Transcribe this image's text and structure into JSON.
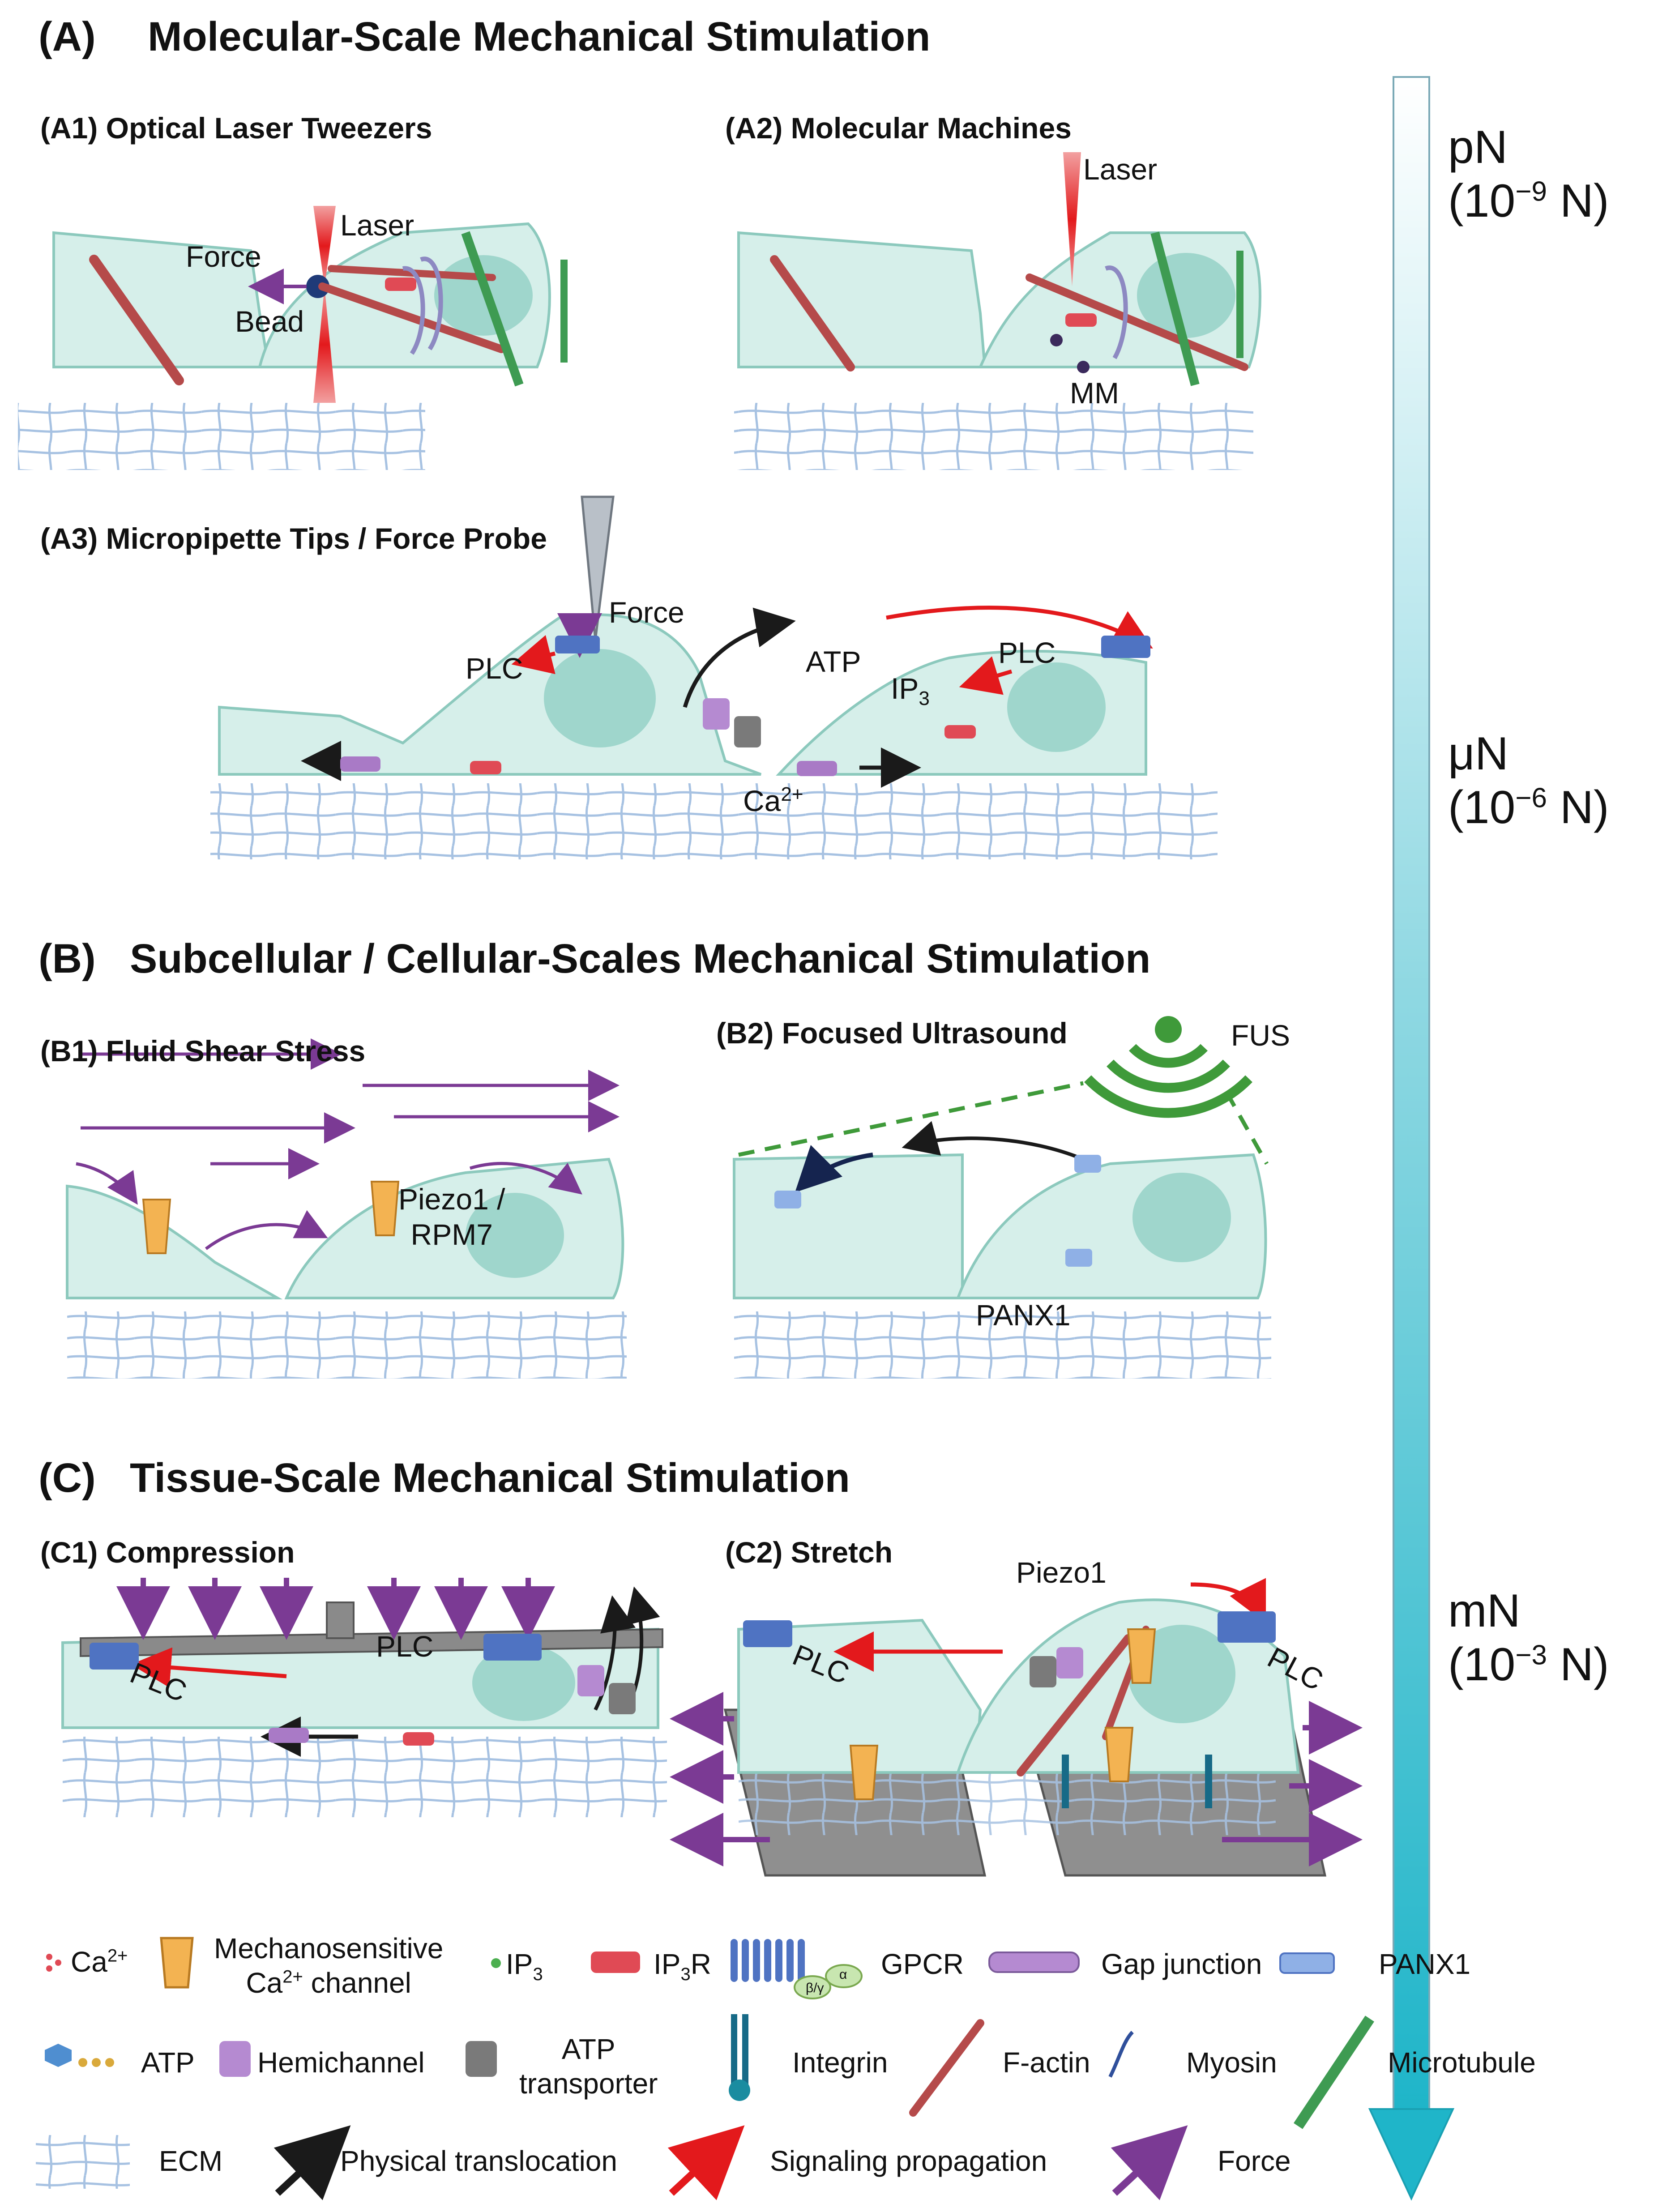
{
  "sections": {
    "a": {
      "letter": "(A)",
      "title": "Molecular-Scale Mechanical Stimulation"
    },
    "b": {
      "letter": "(B)",
      "title": "Subcellular / Cellular-Scales Mechanical Stimulation"
    },
    "c": {
      "letter": "(C)",
      "title": "Tissue-Scale Mechanical Stimulation"
    }
  },
  "panels": {
    "a1": {
      "title": "(A1) Optical Laser Tweezers",
      "labels": {
        "laser": "Laser",
        "force": "Force",
        "bead": "Bead"
      }
    },
    "a2": {
      "title": "(A2) Molecular Machines",
      "labels": {
        "laser": "Laser",
        "mm": "MM"
      }
    },
    "a3": {
      "title": "(A3) Micropipette Tips / Force Probe",
      "labels": {
        "force": "Force",
        "plc_left": "PLC",
        "plc_right": "PLC",
        "atp": "ATP",
        "ip3": "IP",
        "ip3_sub": "3",
        "ca": "Ca",
        "ca_sup": "2+"
      }
    },
    "b1": {
      "title": "(B1) Fluid Shear Stress",
      "labels": {
        "piezo_line1": "Piezo1 /",
        "piezo_line2": "RPM7"
      }
    },
    "b2": {
      "title": "(B2) Focused Ultrasound",
      "labels": {
        "fus": "FUS",
        "panx1": "PANX1"
      }
    },
    "c1": {
      "title": "(C1) Compression",
      "labels": {
        "plc_left": "PLC",
        "plc_right": "PLC"
      }
    },
    "c2": {
      "title": "(C2) Stretch",
      "labels": {
        "piezo1": "Piezo1",
        "plc_left": "PLC",
        "plc_right": "PLC"
      }
    }
  },
  "scale": {
    "pn": {
      "unit": "pN",
      "base": "(10",
      "exp": "−9",
      "tail": " N)"
    },
    "un": {
      "unit": "μN",
      "base": "(10",
      "exp": "−6",
      "tail": " N)"
    },
    "mn": {
      "unit": "mN",
      "base": "(10",
      "exp": "−3",
      "tail": " N)"
    }
  },
  "legend": {
    "ca": {
      "text": "Ca",
      "sup": "2+"
    },
    "mechano_line1": "Mechanosensitive",
    "mechano_line2": "Ca",
    "mechano_line2_sup": "2+",
    "mechano_line2_tail": " channel",
    "ip3": {
      "text": "IP",
      "sub": "3"
    },
    "ip3r": {
      "text": "IP",
      "sub": "3",
      "tail": "R"
    },
    "gpcr": "GPCR",
    "gap_junction": "Gap junction",
    "panx1": "PANX1",
    "atp": "ATP",
    "hemichannel": "Hemichannel",
    "atp_transporter_line1": "ATP",
    "atp_transporter_line2": "transporter",
    "integrin": "Integrin",
    "factin": "F-actin",
    "myosin": "Myosin",
    "microtubule": "Microtubule",
    "ecm": "ECM",
    "physical": "Physical translocation",
    "signaling": "Signaling propagation",
    "force": "Force",
    "gpcr_alpha": "α",
    "gpcr_beta": "β/γ"
  },
  "colors": {
    "cell_fill": "#d6efea",
    "cell_stroke": "#8cc9bd",
    "nucleus": "#9fd6cc",
    "force_arrow": "#7b3a94",
    "signal_arrow": "#e3191c",
    "physical_arrow": "#1a1a1a",
    "ecm": "#9cb9dc",
    "scale_top": "#ffffff",
    "scale_bottom": "#1fb5c9",
    "fus": "#3f9a3a"
  }
}
